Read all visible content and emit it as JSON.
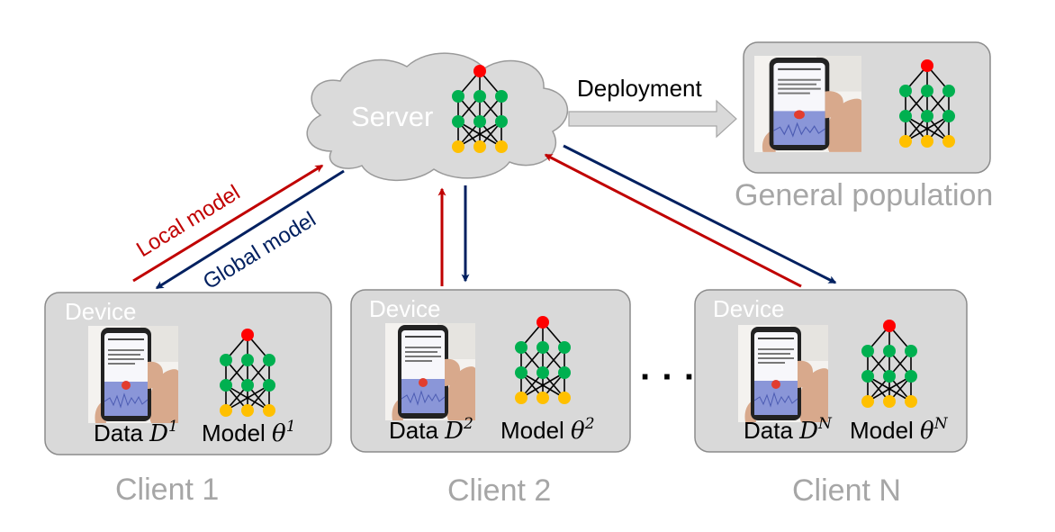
{
  "server": {
    "label": "Server"
  },
  "deployment": {
    "label": "Deployment"
  },
  "general_population": {
    "label": "General population"
  },
  "arrows": {
    "local_label": "Local model",
    "global_label": "Global model"
  },
  "device_label": "Device",
  "ellipsis": "· · ·",
  "clients": [
    {
      "name": "Client 1",
      "data_text": "Data ",
      "data_var": "D",
      "data_sup": "1",
      "model_text": "Model ",
      "model_var": "θ",
      "model_sup": "1"
    },
    {
      "name": "Client 2",
      "data_text": "Data ",
      "data_var": "D",
      "data_sup": "2",
      "model_text": "Model ",
      "model_var": "θ",
      "model_sup": "2"
    },
    {
      "name": "Client N",
      "data_text": "Data ",
      "data_var": "D",
      "data_sup": "N",
      "model_text": "Model ",
      "model_var": "θ",
      "model_sup": "N"
    }
  ],
  "phone_screen_title": "COVID-19 Sounds App",
  "colors": {
    "box_fill": "#d9d9d9",
    "box_stroke": "#8c8c8c",
    "cloud_fill": "#dadada",
    "local_arrow": "#c00000",
    "global_arrow": "#002060",
    "deploy_arrow": "#d0d0d0",
    "gray_text": "#a6a6a6",
    "node_top": "#ff0000",
    "node_mid": "#00b050",
    "node_bottom": "#ffc000"
  }
}
